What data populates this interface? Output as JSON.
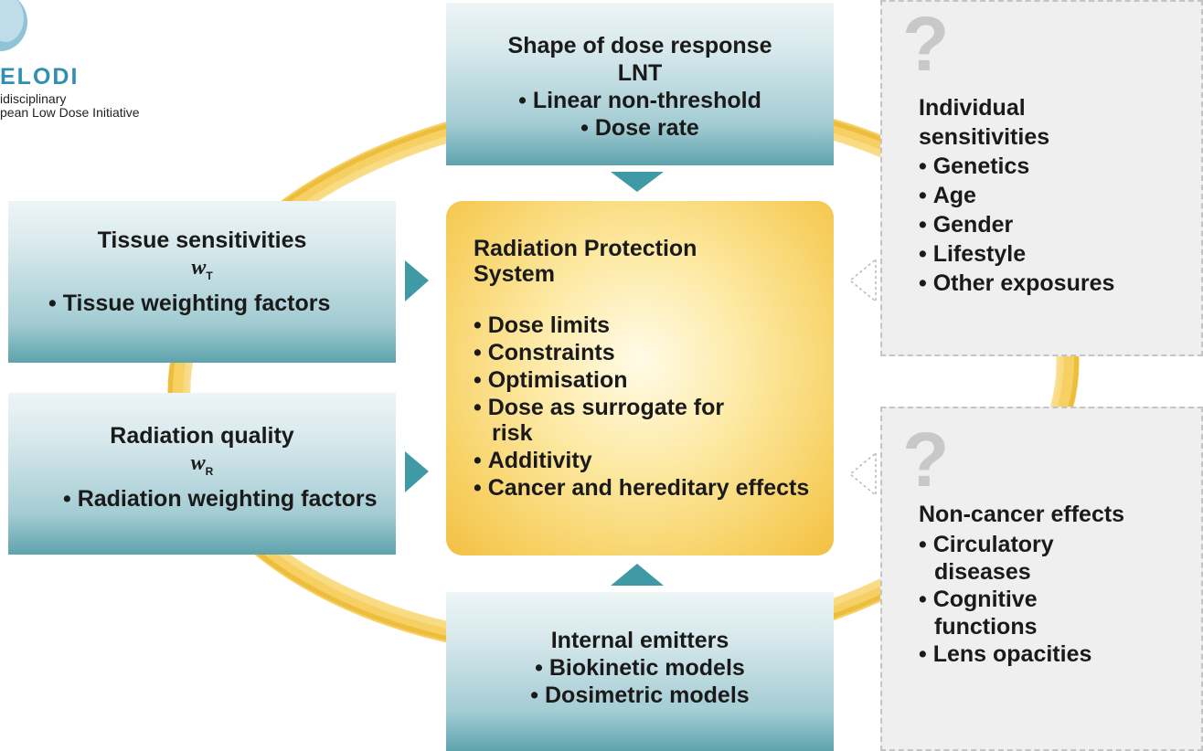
{
  "logo": {
    "wordmark": "ELODI",
    "subtitle_line1": "idisciplinary",
    "subtitle_line2": "pean Low Dose Initiative"
  },
  "top_box": {
    "title_line1": "Shape of dose response",
    "title_line2": "LNT",
    "items": [
      "Linear non-threshold",
      "Dose rate"
    ]
  },
  "tissue_box": {
    "title": "Tissue sensitivities",
    "symbol": "w",
    "symbol_sub": "T",
    "items": [
      "Tissue weighting factors"
    ]
  },
  "quality_box": {
    "title": "Radiation quality",
    "symbol": "w",
    "symbol_sub": "R",
    "items": [
      "Radiation weighting factors"
    ]
  },
  "internal_box": {
    "title": "Internal emitters",
    "items": [
      "Biokinetic models",
      "Dosimetric models"
    ]
  },
  "center_box": {
    "title": "Radiation Protection System",
    "items": [
      "Dose limits",
      "Constraints",
      "Optimisation",
      "Dose as surrogate for risk",
      "Additivity",
      "Cancer and hereditary effects"
    ]
  },
  "question_box_individual": {
    "mark": "?",
    "heading": "Individual sensitivities",
    "items": [
      "Genetics",
      "Age",
      "Gender",
      "Lifestyle",
      "Other exposures"
    ]
  },
  "question_box_noncancer": {
    "mark": "?",
    "heading": "Non-cancer effects",
    "items": [
      "Circulatory diseases",
      "Cognitive functions",
      "Lens opacities"
    ]
  },
  "colors": {
    "teal_arrow": "#3f9aa6",
    "ring_gold": "#f2c23a",
    "logo_blue": "#2f8fb3"
  }
}
